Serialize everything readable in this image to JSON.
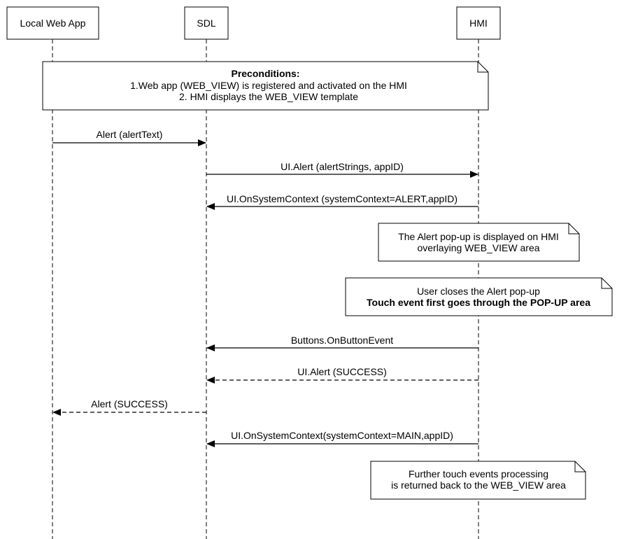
{
  "participants": [
    {
      "id": "local-web-app",
      "label": "Local Web App"
    },
    {
      "id": "sdl",
      "label": "SDL"
    },
    {
      "id": "hmi",
      "label": "HMI"
    }
  ],
  "preconditions": {
    "title": "Preconditions:",
    "line1": "1.Web app (WEB_VIEW) is registered and activated on the HMI",
    "line2": "2. HMI displays the WEB_VIEW template"
  },
  "messages": [
    {
      "from": "local-web-app",
      "to": "sdl",
      "label": "Alert (alertText)",
      "style": "solid"
    },
    {
      "from": "sdl",
      "to": "hmi",
      "label": "UI.Alert (alertStrings, appID)",
      "style": "solid"
    },
    {
      "from": "hmi",
      "to": "sdl",
      "label": "UI.OnSystemContext (systemContext=ALERT,appID)",
      "style": "solid"
    },
    {
      "from": "hmi",
      "to": "sdl",
      "label": "Buttons.OnButtonEvent",
      "style": "solid"
    },
    {
      "from": "hmi",
      "to": "sdl",
      "label": "UI.Alert (SUCCESS)",
      "style": "dashed"
    },
    {
      "from": "sdl",
      "to": "local-web-app",
      "label": "Alert (SUCCESS)",
      "style": "dashed"
    },
    {
      "from": "hmi",
      "to": "sdl",
      "label": "UI.OnSystemContext(systemContext=MAIN,appID)",
      "style": "solid"
    }
  ],
  "notes": [
    {
      "line1": "The Alert pop-up is displayed on HMI",
      "line2": "overlaying WEB_VIEW area"
    },
    {
      "line1": "User closes the Alert pop-up",
      "line2": "Touch event first goes through the POP-UP area"
    },
    {
      "line1": "Further touch events processing",
      "line2": "is returned back to the WEB_VIEW area"
    }
  ]
}
